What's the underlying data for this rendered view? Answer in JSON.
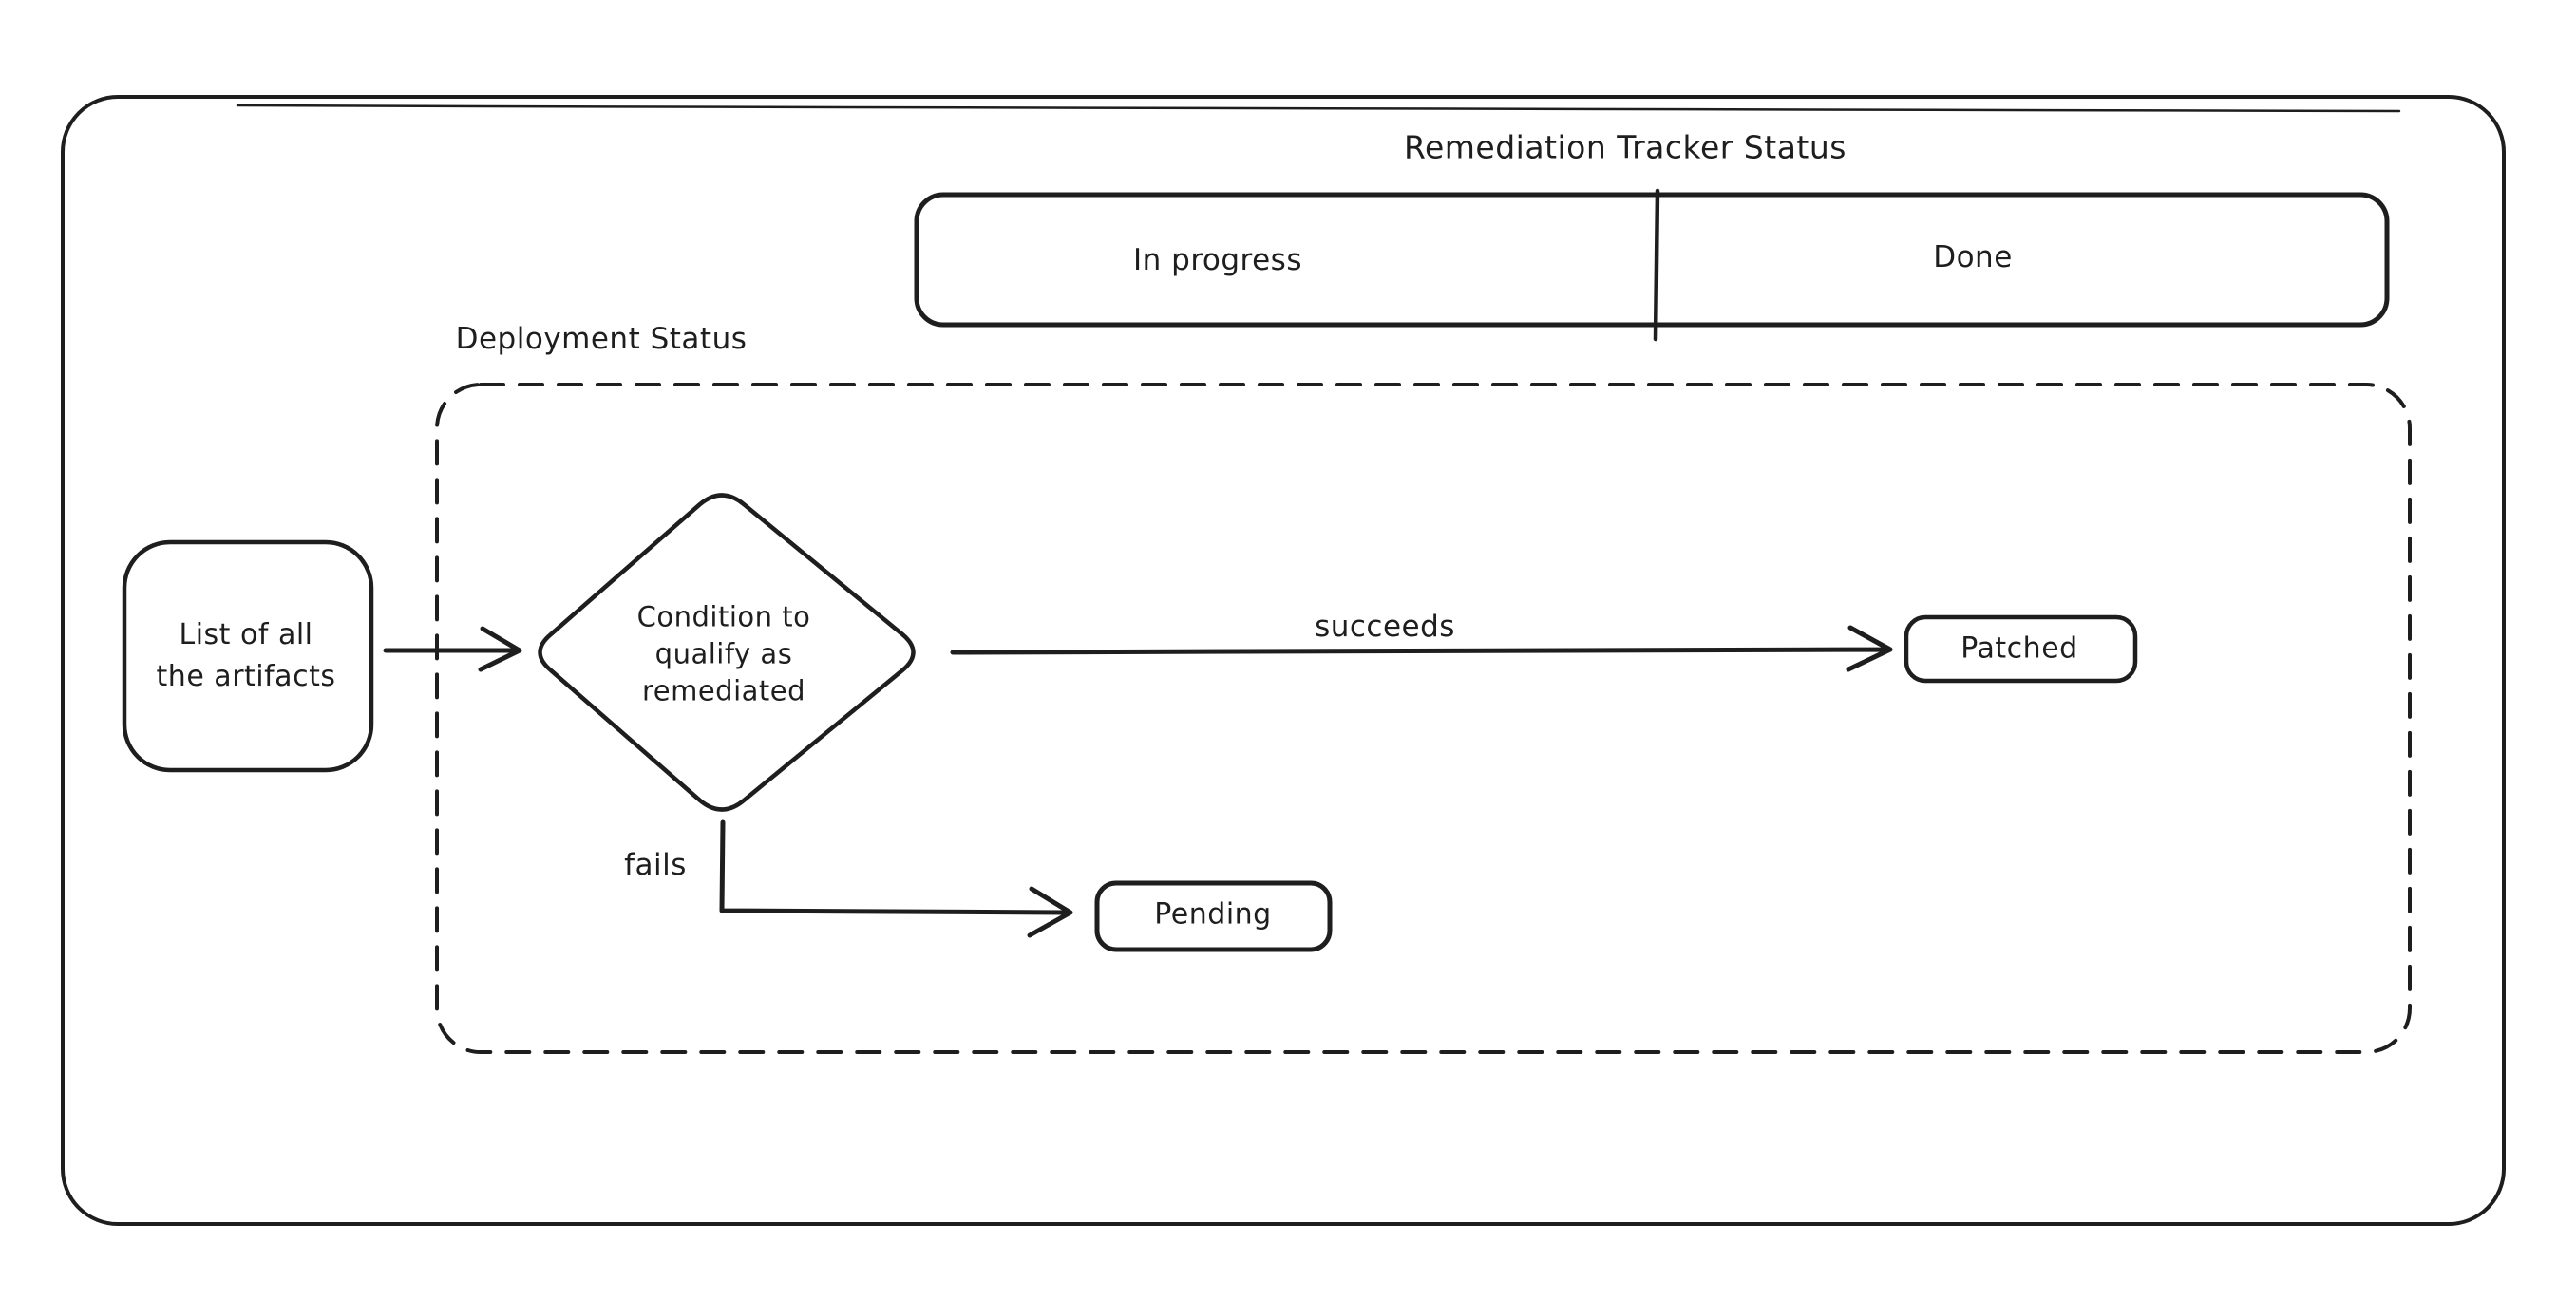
{
  "colors": {
    "stroke": "#1e1e1e",
    "background": "#ffffff"
  },
  "diagram": {
    "title": "Remediation Tracker Status",
    "tracker_status": {
      "in_progress": "In progress",
      "done": "Done"
    },
    "deployment_status": {
      "label": "Deployment Status",
      "artifacts_node": {
        "line1": "List of all",
        "line2": "the artifacts"
      },
      "condition_node": {
        "line1": "Condition to",
        "line2": "qualify as",
        "line3": "remediated"
      },
      "succeeds_label": "succeeds",
      "fails_label": "fails",
      "patched_node": "Patched",
      "pending_node": "Pending"
    }
  }
}
